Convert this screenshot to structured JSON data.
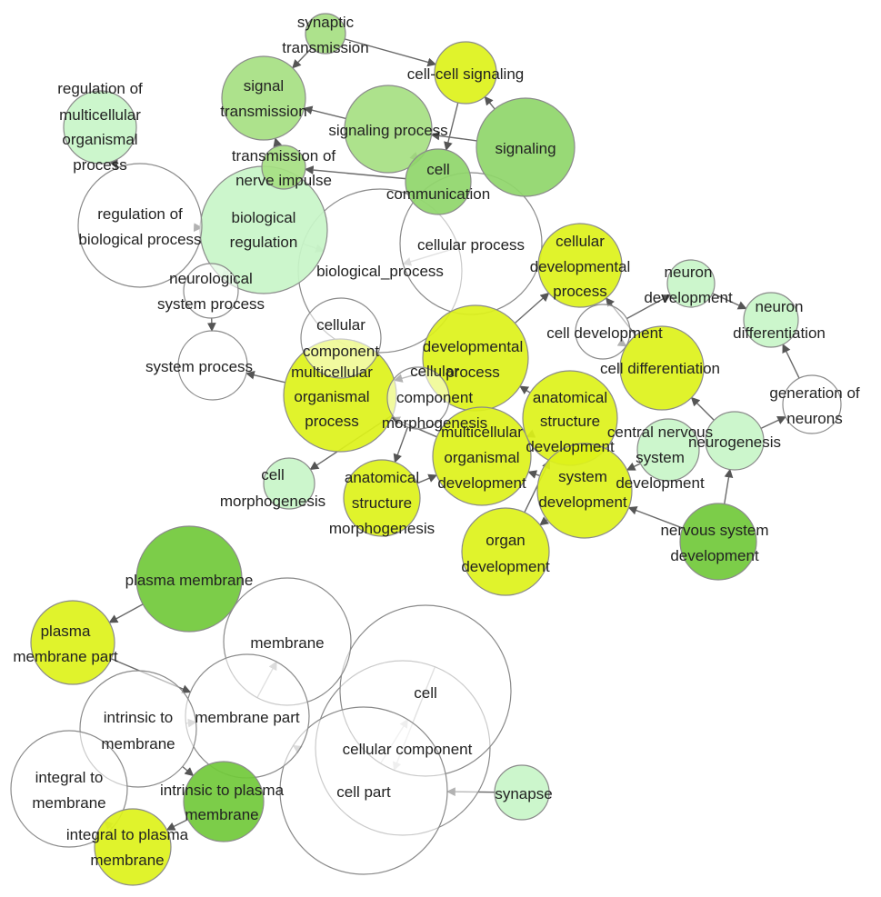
{
  "colors": {
    "white": "#ffffff",
    "pale_green": "#c8f5c8",
    "light_green": "#a6df82",
    "medium_green": "#8fd66a",
    "green": "#71c93a",
    "yellow_green": "#ddf21a",
    "edge": "#6a6a6a"
  },
  "nodes": [
    {
      "id": "regulation_of_multicellular_organismal_process",
      "label": "regulation of multicellular organismal process",
      "color": "pale_green"
    },
    {
      "id": "synaptic_transmission",
      "label": "synaptic transmission",
      "color": "light_green"
    },
    {
      "id": "signal_transmission",
      "label": "signal transmission",
      "color": "light_green"
    },
    {
      "id": "cell_cell_signaling",
      "label": "cell-cell signaling",
      "color": "yellow_green"
    },
    {
      "id": "signaling_process",
      "label": "signaling process",
      "color": "light_green"
    },
    {
      "id": "signaling",
      "label": "signaling",
      "color": "medium_green"
    },
    {
      "id": "transmission_of_nerve_impulse",
      "label": "transmission of nerve impulse",
      "color": "light_green"
    },
    {
      "id": "cell_communication",
      "label": "cell communication",
      "color": "medium_green"
    },
    {
      "id": "regulation_of_biological_process",
      "label": "regulation of biological process",
      "color": "white"
    },
    {
      "id": "biological_regulation",
      "label": "biological regulation",
      "color": "pale_green"
    },
    {
      "id": "biological_process",
      "label": "biological_process",
      "color": "white"
    },
    {
      "id": "cellular_process",
      "label": "cellular process",
      "color": "white"
    },
    {
      "id": "cellular_developmental_process",
      "label": "cellular developmental process",
      "color": "yellow_green"
    },
    {
      "id": "neuron_development",
      "label": "neuron development",
      "color": "pale_green"
    },
    {
      "id": "neuron_differentiation",
      "label": "neuron differentiation",
      "color": "pale_green"
    },
    {
      "id": "neurological_system_process",
      "label": "neurological system process",
      "color": "white"
    },
    {
      "id": "cellular_component_organization",
      "label": "cellular component organization",
      "color": "white"
    },
    {
      "id": "cell_development",
      "label": "cell development",
      "color": "white"
    },
    {
      "id": "system_process",
      "label": "system process",
      "color": "white"
    },
    {
      "id": "developmental_process",
      "label": "developmental process",
      "color": "yellow_green"
    },
    {
      "id": "multicellular_organismal_process",
      "label": "multicellular organismal process",
      "color": "yellow_green"
    },
    {
      "id": "cellular_component_morphogenesis",
      "label": "cellular component morphogenesis",
      "color": "white"
    },
    {
      "id": "cell_differentiation",
      "label": "cell differentiation",
      "color": "yellow_green"
    },
    {
      "id": "generation_of_neurons",
      "label": "generation of neurons",
      "color": "white"
    },
    {
      "id": "anatomical_structure_development",
      "label": "anatomical structure development",
      "color": "yellow_green"
    },
    {
      "id": "central_nervous_system_development",
      "label": "central nervous system development",
      "color": "pale_green"
    },
    {
      "id": "neurogenesis",
      "label": "neurogenesis",
      "color": "pale_green"
    },
    {
      "id": "multicellular_organismal_development",
      "label": "multicellular organismal development",
      "color": "yellow_green"
    },
    {
      "id": "cell_morphogenesis",
      "label": "cell morphogenesis",
      "color": "pale_green"
    },
    {
      "id": "anatomical_structure_morphogenesis",
      "label": "anatomical structure morphogenesis",
      "color": "yellow_green"
    },
    {
      "id": "system_development",
      "label": "system development",
      "color": "yellow_green"
    },
    {
      "id": "organ_development",
      "label": "organ development",
      "color": "yellow_green"
    },
    {
      "id": "nervous_system_development",
      "label": "nervous system development",
      "color": "green"
    },
    {
      "id": "plasma_membrane",
      "label": "plasma membrane",
      "color": "green"
    },
    {
      "id": "plasma_membrane_part",
      "label": "plasma membrane part",
      "color": "yellow_green"
    },
    {
      "id": "membrane",
      "label": "membrane",
      "color": "white"
    },
    {
      "id": "cell",
      "label": "cell",
      "color": "white"
    },
    {
      "id": "intrinsic_to_membrane",
      "label": "intrinsic to membrane",
      "color": "white"
    },
    {
      "id": "membrane_part",
      "label": "membrane part",
      "color": "white"
    },
    {
      "id": "cellular_component",
      "label": "cellular component",
      "color": "white"
    },
    {
      "id": "integral_to_membrane",
      "label": "integral to membrane",
      "color": "white"
    },
    {
      "id": "intrinsic_to_plasma_membrane",
      "label": "intrinsic to plasma membrane",
      "color": "green"
    },
    {
      "id": "cell_part",
      "label": "cell part",
      "color": "white"
    },
    {
      "id": "synapse",
      "label": "synapse",
      "color": "pale_green"
    },
    {
      "id": "integral_to_plasma_membrane",
      "label": "integral to plasma membrane",
      "color": "yellow_green"
    }
  ],
  "edges": [
    [
      "synaptic_transmission",
      "cell_cell_signaling"
    ],
    [
      "synaptic_transmission",
      "signal_transmission"
    ],
    [
      "cell_cell_signaling",
      "cell_communication"
    ],
    [
      "signaling_process",
      "signal_transmission"
    ],
    [
      "signaling",
      "signaling_process"
    ],
    [
      "signaling",
      "cell_cell_signaling"
    ],
    [
      "cell_communication",
      "signaling_process"
    ],
    [
      "cell_communication",
      "transmission_of_nerve_impulse"
    ],
    [
      "transmission_of_nerve_impulse",
      "signal_transmission"
    ],
    [
      "regulation_of_multicellular_organismal_process",
      "regulation_of_biological_process"
    ],
    [
      "biological_regulation",
      "regulation_of_biological_process"
    ],
    [
      "neurological_system_process",
      "biological_regulation"
    ],
    [
      "neurological_system_process",
      "system_process"
    ],
    [
      "biological_process",
      "cellular_process"
    ],
    [
      "biological_process",
      "biological_regulation"
    ],
    [
      "developmental_process",
      "cellular_developmental_process"
    ],
    [
      "developmental_process",
      "multicellular_organismal_process"
    ],
    [
      "multicellular_organismal_process",
      "system_process"
    ],
    [
      "multicellular_organismal_process",
      "biological_process"
    ],
    [
      "cellular_component_morphogenesis",
      "cell_morphogenesis"
    ],
    [
      "cellular_component_morphogenesis",
      "anatomical_structure_morphogenesis"
    ],
    [
      "cell_development",
      "cell_differentiation"
    ],
    [
      "cell_development",
      "neuron_development"
    ],
    [
      "neuron_development",
      "neuron_differentiation"
    ],
    [
      "generation_of_neurons",
      "neuron_differentiation"
    ],
    [
      "neurogenesis",
      "generation_of_neurons"
    ],
    [
      "neurogenesis",
      "cell_differentiation"
    ],
    [
      "cell_differentiation",
      "cellular_developmental_process"
    ],
    [
      "anatomical_structure_development",
      "developmental_process"
    ],
    [
      "multicellular_organismal_development",
      "anatomical_structure_development"
    ],
    [
      "multicellular_organismal_development",
      "multicellular_organismal_process"
    ],
    [
      "system_development",
      "multicellular_organismal_development"
    ],
    [
      "system_development",
      "organ_development"
    ],
    [
      "organ_development",
      "anatomical_structure_development"
    ],
    [
      "central_nervous_system_development",
      "system_development"
    ],
    [
      "nervous_system_development",
      "system_development"
    ],
    [
      "nervous_system_development",
      "neurogenesis"
    ],
    [
      "anatomical_structure_morphogenesis",
      "multicellular_organismal_development"
    ],
    [
      "plasma_membrane",
      "plasma_membrane_part"
    ],
    [
      "plasma_membrane_part",
      "membrane_part"
    ],
    [
      "membrane",
      "membrane_part"
    ],
    [
      "membrane_part",
      "intrinsic_to_membrane"
    ],
    [
      "intrinsic_to_membrane",
      "intrinsic_to_plasma_membrane"
    ],
    [
      "integral_to_membrane",
      "integral_to_plasma_membrane"
    ],
    [
      "intrinsic_to_plasma_membrane",
      "integral_to_plasma_membrane"
    ],
    [
      "cell",
      "cell_part"
    ],
    [
      "cellular_component",
      "cell"
    ],
    [
      "synapse",
      "cell_part"
    ],
    [
      "membrane_part",
      "cell_part"
    ]
  ]
}
